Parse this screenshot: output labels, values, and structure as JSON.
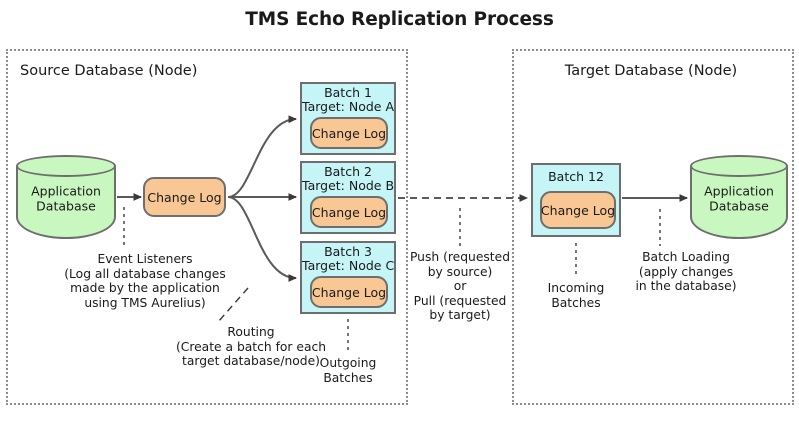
{
  "diagram": {
    "title": "TMS Echo Replication Process",
    "source_panel": {
      "title": "Source Database (Node)",
      "database": "Application\nDatabase",
      "change_log": "Change Log",
      "notes": {
        "event_listeners": "Event Listeners\n(Log all database changes\nmade by the application\nusing TMS Aurelius)",
        "routing": "Routing\n(Create a batch for each\ntarget database/node)",
        "outgoing_batches": "Outgoing\nBatches"
      },
      "batches": [
        {
          "name": "Batch 1",
          "target": "Target: Node A",
          "change_log": "Change Log"
        },
        {
          "name": "Batch 2",
          "target": "Target: Node B",
          "change_log": "Change Log"
        },
        {
          "name": "Batch 3",
          "target": "Target: Node C",
          "change_log": "Change Log"
        }
      ]
    },
    "transfer_note": "Push (requested\nby source)\nor\nPull (requested\nby target)",
    "target_panel": {
      "title": "Target Database (Node)",
      "batch": {
        "name": "Batch 12",
        "change_log": "Change Log"
      },
      "database": "Application\nDatabase",
      "notes": {
        "incoming_batches": "Incoming\nBatches",
        "batch_loading": "Batch Loading\n(apply changes\nin the database)"
      }
    },
    "colors": {
      "database_fill": "#c9f7c0",
      "change_log_fill": "#f8c794",
      "batch_fill": "#c5f5f7",
      "shape_stroke": "#6e6e6e",
      "container_stroke": "#8c8c8c",
      "text": "#1a1a1a"
    }
  }
}
